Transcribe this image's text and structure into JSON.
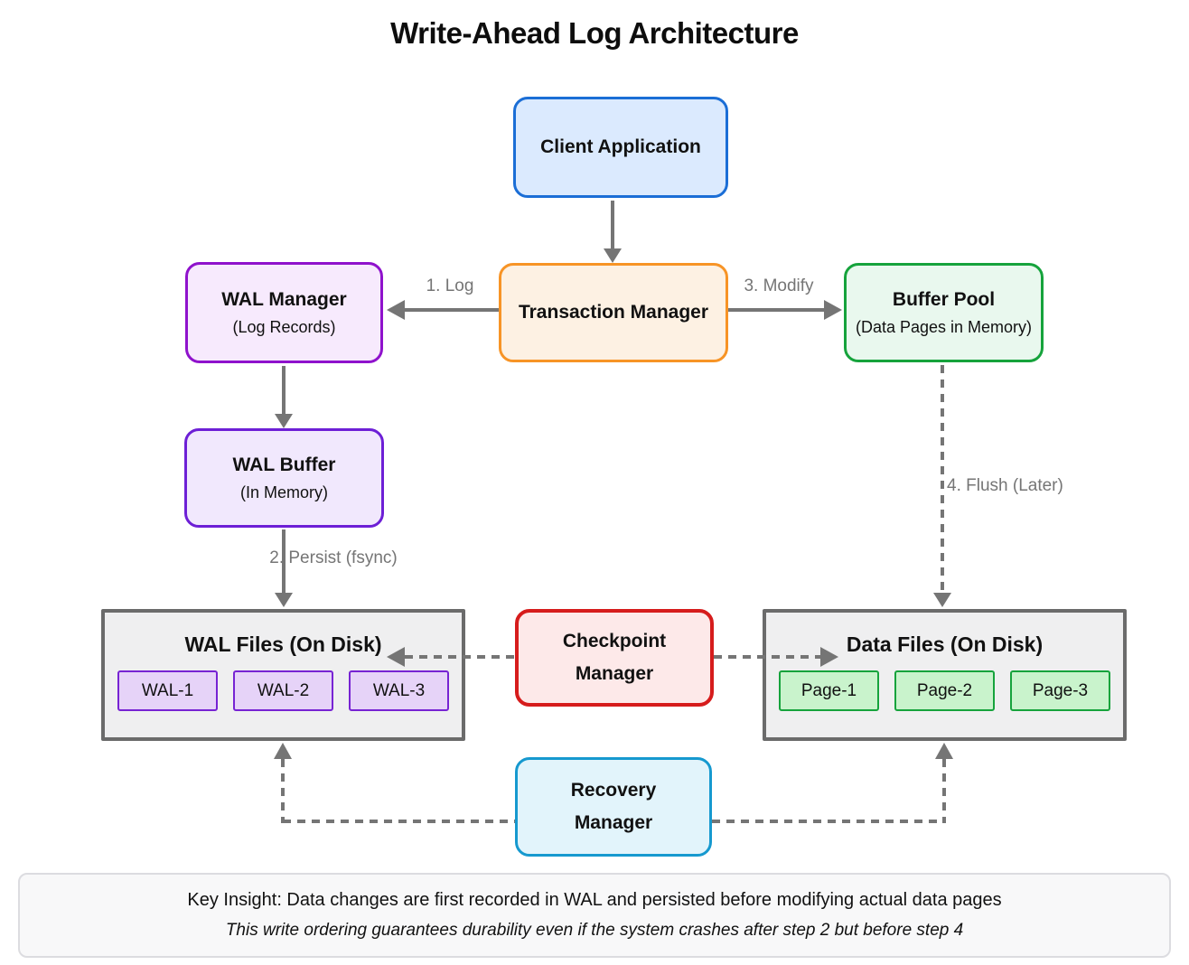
{
  "title": "Write-Ahead Log Architecture",
  "nodes": {
    "client": {
      "label": "Client Application"
    },
    "wal_manager": {
      "label": "WAL Manager",
      "sublabel": "(Log Records)"
    },
    "transaction_manager": {
      "label": "Transaction Manager"
    },
    "buffer_pool": {
      "label": "Buffer Pool",
      "sublabel": "(Data Pages in Memory)"
    },
    "wal_buffer": {
      "label": "WAL Buffer",
      "sublabel": "(In Memory)"
    },
    "wal_files": {
      "label": "WAL Files (On Disk)",
      "items": [
        "WAL-1",
        "WAL-2",
        "WAL-3"
      ]
    },
    "data_files": {
      "label": "Data Files (On Disk)",
      "items": [
        "Page-1",
        "Page-2",
        "Page-3"
      ]
    },
    "checkpoint_manager": {
      "label": "Checkpoint Manager"
    },
    "recovery_manager": {
      "label": "Recovery Manager"
    }
  },
  "edges": {
    "log": "1. Log",
    "persist": "2. Persist (fsync)",
    "modify": "3. Modify",
    "flush": "4. Flush (Later)"
  },
  "key_insight": {
    "line1": "Key Insight: Data changes are first recorded in WAL and persisted before modifying actual data pages",
    "line2": "This write ordering guarantees durability even if the system crashes after step 2 but before step 4"
  },
  "colors": {
    "client_border": "#1b6ed6",
    "client_fill": "#dbeafe",
    "wal_manager_border": "#8f12cc",
    "wal_manager_fill": "#f7eafd",
    "transaction_manager_border": "#f79426",
    "transaction_manager_fill": "#fdf1e3",
    "buffer_pool_border": "#16a33c",
    "buffer_pool_fill": "#e9f8ee",
    "wal_buffer_border": "#6d1fd6",
    "wal_buffer_fill": "#f1e8fd",
    "disk_container_border": "#6b6b6b",
    "disk_container_fill": "#efeff0",
    "wal_item_border": "#7723d3",
    "wal_item_fill": "#e6d3f8",
    "page_item_border": "#16a33c",
    "page_item_fill": "#c9f3cc",
    "checkpoint_border": "#d61c1c",
    "checkpoint_fill": "#fde9e9",
    "recovery_border": "#1699cf",
    "recovery_fill": "#e2f4fb",
    "arrow": "#757575",
    "insight_fill": "#f8f8f9"
  }
}
